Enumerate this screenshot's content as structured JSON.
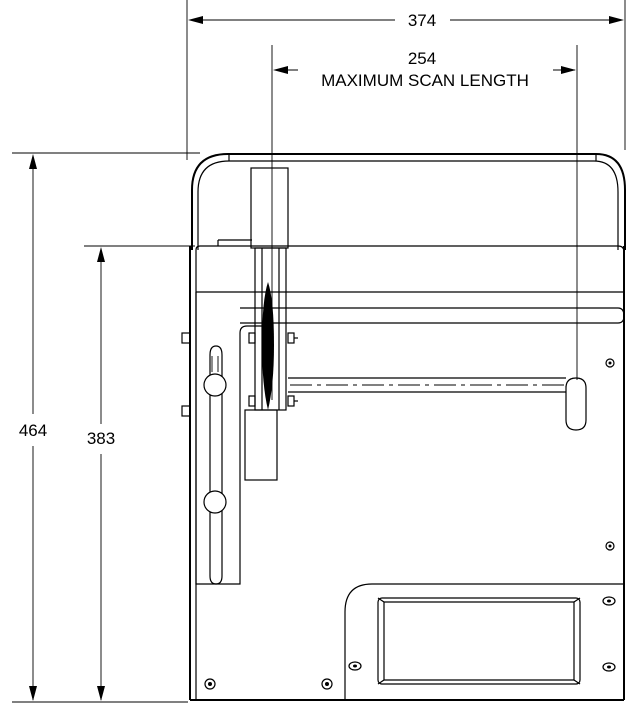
{
  "dimensions": {
    "overall_width": "374",
    "scan_length_value": "254",
    "scan_length_caption": "MAXIMUM SCAN LENGTH",
    "overall_height": "464",
    "lower_height": "383"
  }
}
